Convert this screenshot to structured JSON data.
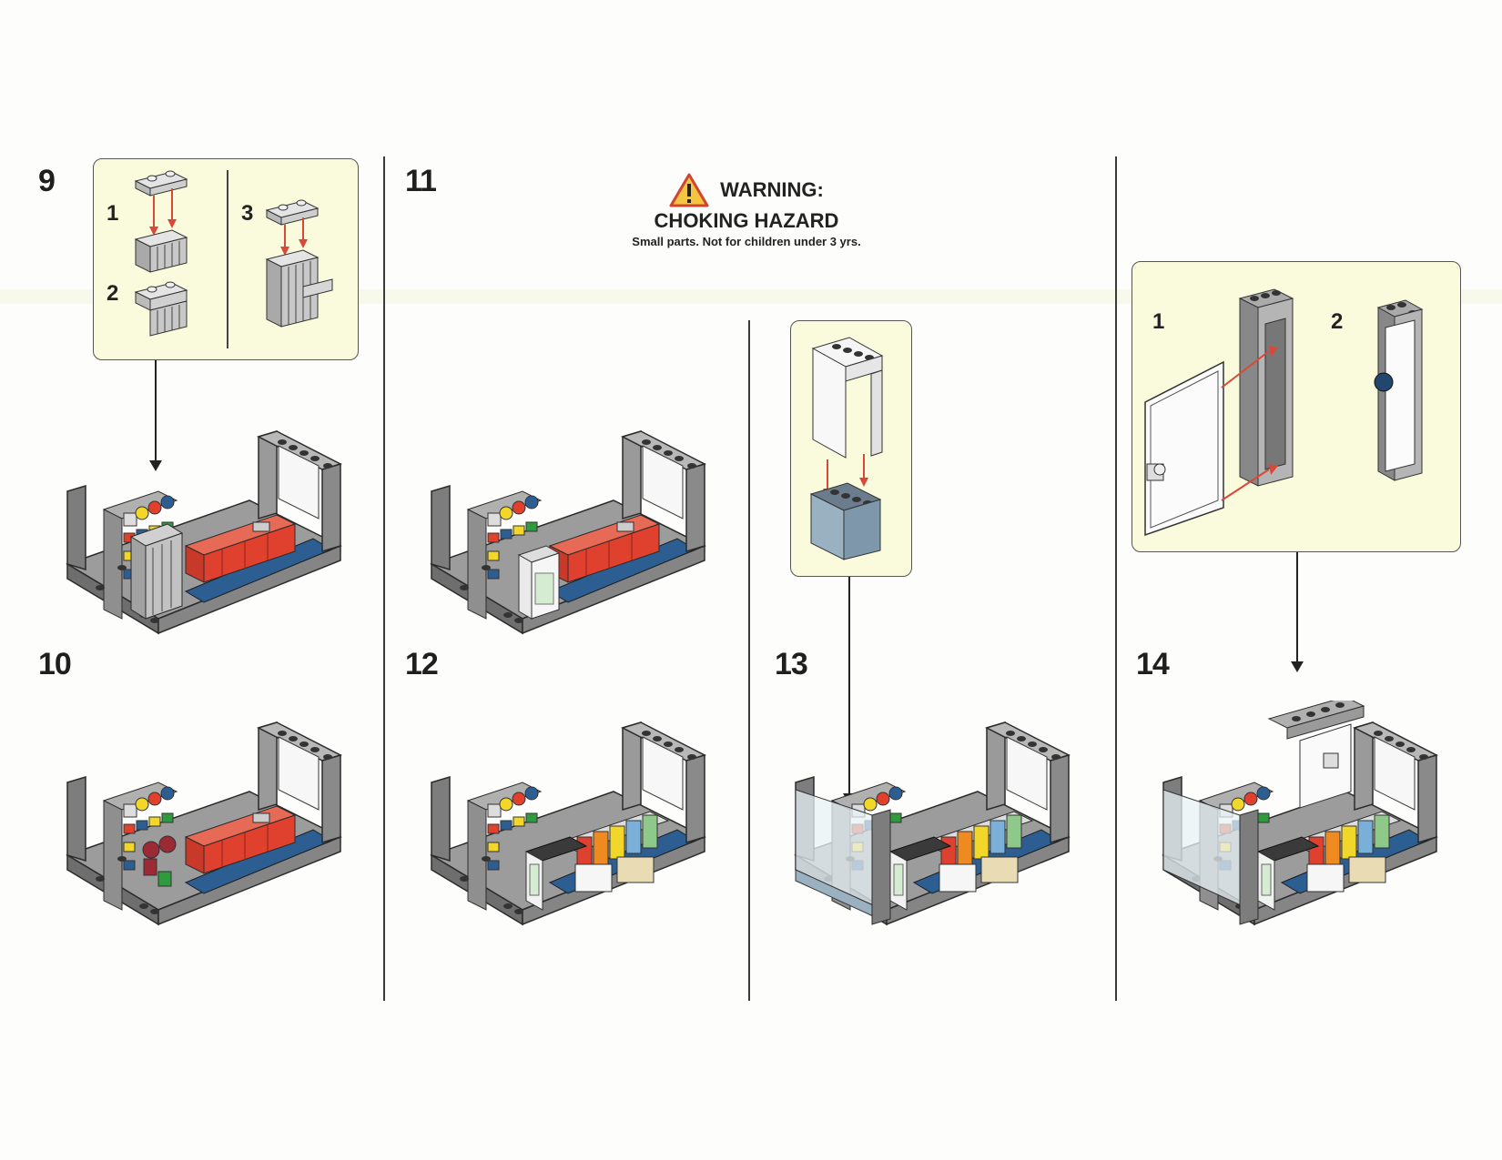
{
  "warning": {
    "title": "WARNING:",
    "subtitle": "CHOKING HAZARD",
    "detail": "Small parts. Not for children under 3 yrs.",
    "icon": "warning-triangle-icon"
  },
  "steps": [
    {
      "number": "9"
    },
    {
      "number": "10"
    },
    {
      "number": "11"
    },
    {
      "number": "12"
    },
    {
      "number": "13"
    },
    {
      "number": "14"
    }
  ],
  "step9_substeps": [
    "1",
    "2",
    "3"
  ],
  "step14_substeps": [
    "1",
    "2"
  ],
  "colors": {
    "red_arrow": "#d9493a",
    "callout_bg": "#fafadc",
    "gray_brick": "#8e8e8e",
    "dark_gray_brick": "#5a5a5a",
    "red_brick": "#e0402e",
    "blue_brick": "#2d5e92",
    "yellow_brick": "#f1d72a",
    "green_brick": "#2f9a3e",
    "orange_brick": "#ef8a20"
  }
}
